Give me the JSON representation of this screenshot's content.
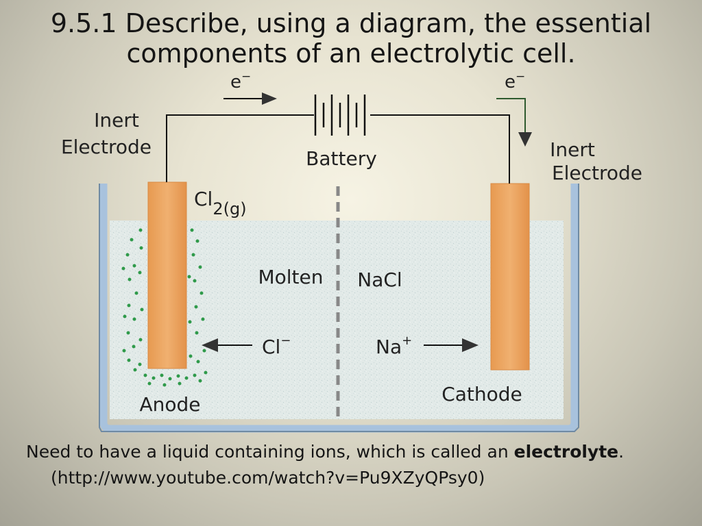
{
  "slide": {
    "title_line1": "9.5.1 Describe, using a diagram, the essential",
    "title_line2": "components of an electrolytic cell."
  },
  "diagram": {
    "electron_left": "e",
    "electron_right": "e",
    "electron_superscript": "−",
    "battery_label": "Battery",
    "left_electrode_line1": "Inert",
    "left_electrode_line2": "Electrode",
    "right_electrode_line1": "Inert",
    "right_electrode_line2": "Electrode",
    "gas_label_base": "Cl",
    "gas_label_sub": "2(g)",
    "electrolyte_word1": "Molten",
    "electrolyte_word2": "NaCl",
    "anion_base": "Cl",
    "anion_charge": "−",
    "cation_base": "Na",
    "cation_charge": "+",
    "anode_label": "Anode",
    "cathode_label": "Cathode"
  },
  "caption": {
    "line1_text": "Need to have a liquid containing ions, which is called an ",
    "line1_bold": "electrolyte",
    "line1_end": ".",
    "line2_text": "(http://www.youtube.com/watch?v=Pu9XZyQPsy0)"
  },
  "colors": {
    "electrode_fill": "#eda35a",
    "electrolyte_fill": "#dde7e4",
    "container_blue": "#a8c2dd",
    "gas_bubbles": "#2f9a4a",
    "wire": "#111111"
  }
}
